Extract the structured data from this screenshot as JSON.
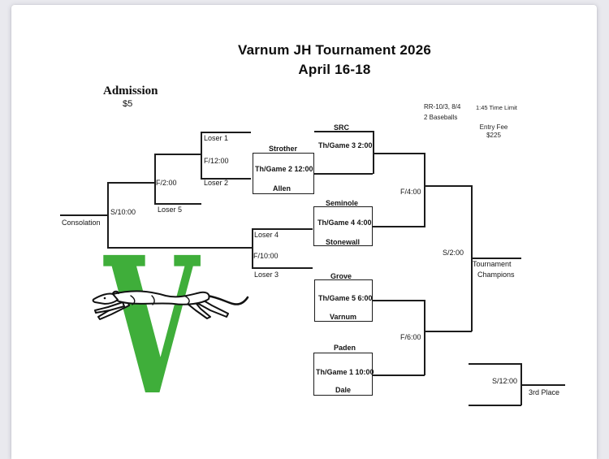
{
  "header": {
    "title": "Varnum JH Tournament 2026",
    "dates": "April 16-18"
  },
  "admission": {
    "label": "Admission",
    "price": "$5"
  },
  "notes": {
    "rr": "RR-10/3, 8/4",
    "time_limit": "1:45 Time Limit",
    "baseballs": "2 Baseballs",
    "entry_fee_label": "Entry Fee",
    "entry_fee_amount": "$225"
  },
  "consolation": {
    "loser1": "Loser 1",
    "loser2": "Loser 2",
    "loser3": "Loser 3",
    "loser4": "Loser 4",
    "loser5": "Loser 5",
    "f1200": "F/12:00",
    "f200": "F/2:00",
    "s1000": "S/10:00",
    "f1000": "F/10:00",
    "label": "Consolation"
  },
  "main": {
    "src": "SRC",
    "strother": "Strother",
    "allen": "Allen",
    "seminole": "Seminole",
    "stonewall": "Stonewall",
    "grove": "Grove",
    "varnum": "Varnum",
    "paden": "Paden",
    "dale": "Dale",
    "game2": "Th/Game 2 12:00",
    "game3": "Th/Game 3 2:00",
    "game4": "Th/Game 4 4:00",
    "game5": "Th/Game 5 6:00",
    "game1": "Th/Game 1 10:00",
    "f400": "F/4:00",
    "f600": "F/6:00",
    "s200": "S/2:00",
    "champion_line1": "Tournament",
    "champion_line2": "Champions",
    "s1200": "S/12:00",
    "third_place": "3rd Place"
  },
  "logo": {
    "letter": "V",
    "green": "#3fae3a"
  }
}
